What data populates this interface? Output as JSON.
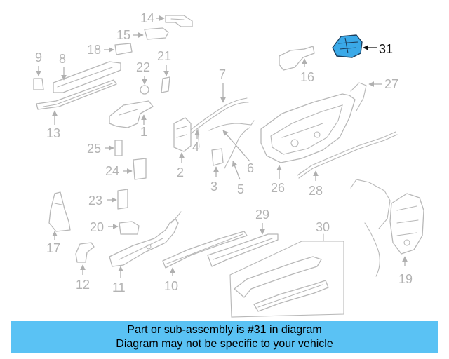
{
  "diagram": {
    "highlighted_part": "31",
    "callouts": [
      "1",
      "2",
      "3",
      "4",
      "5",
      "6",
      "7",
      "8",
      "9",
      "10",
      "11",
      "12",
      "13",
      "14",
      "15",
      "16",
      "17",
      "18",
      "19",
      "20",
      "21",
      "22",
      "23",
      "24",
      "25",
      "26",
      "27",
      "28",
      "29",
      "30",
      "31"
    ]
  },
  "banner": {
    "line1": "Part or sub-assembly is #31 in diagram",
    "line2": "Diagram may not be specific to your vehicle",
    "background": "#5ac2f4"
  },
  "colors": {
    "highlight_fill": "#3aa9e8",
    "line_art": "#b8b8b8"
  }
}
